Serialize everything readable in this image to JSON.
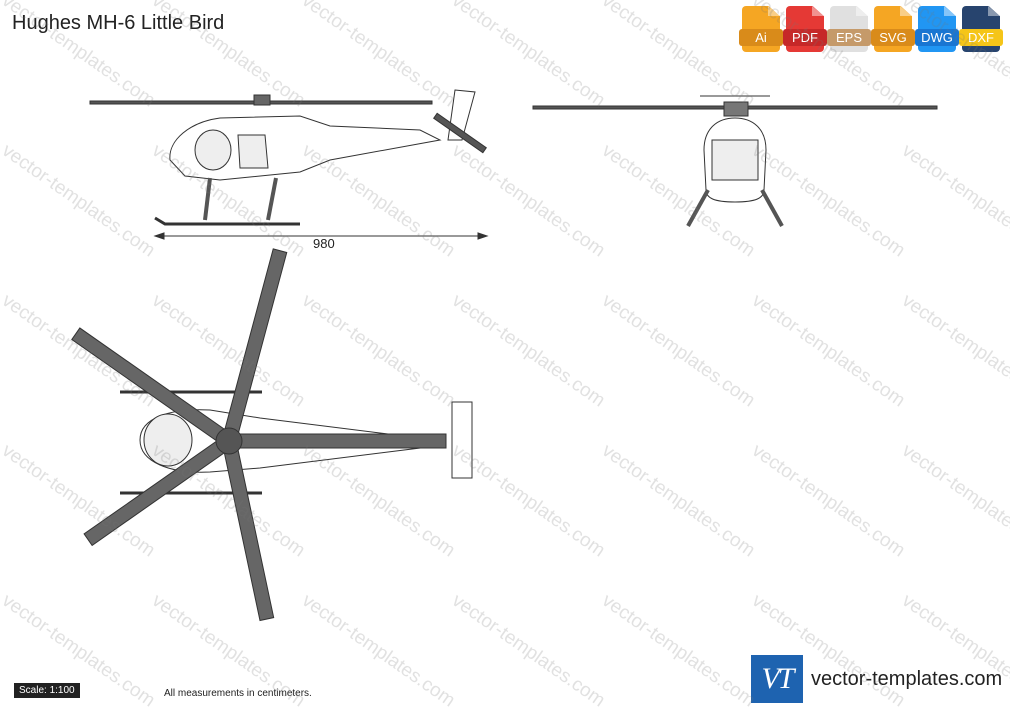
{
  "page": {
    "title": "Hughes MH-6 Little Bird"
  },
  "formats": [
    {
      "label": "Ai",
      "color": "#f5a623",
      "label_bg": "#d98b1a"
    },
    {
      "label": "PDF",
      "color": "#e53935",
      "label_bg": "#c62828"
    },
    {
      "label": "EPS",
      "color": "#e0e0e0",
      "label_bg": "#c59a6a"
    },
    {
      "label": "SVG",
      "color": "#f5a623",
      "label_bg": "#d98b1a"
    },
    {
      "label": "DWG",
      "color": "#2196f3",
      "label_bg": "#1976d2"
    },
    {
      "label": "DXF",
      "color": "#27446e",
      "label_bg": "#f5c518"
    }
  ],
  "dimension": {
    "length": "980"
  },
  "footer": {
    "scale": "Scale: 1:100",
    "measure_note": "All measurements in centimeters.",
    "brand_logo": "VT",
    "brand_name": "vector-templates.com"
  },
  "watermark": "vector-templates.com",
  "colors": {
    "blade": "#666666",
    "outline": "#333333",
    "body": "#ffffff"
  }
}
